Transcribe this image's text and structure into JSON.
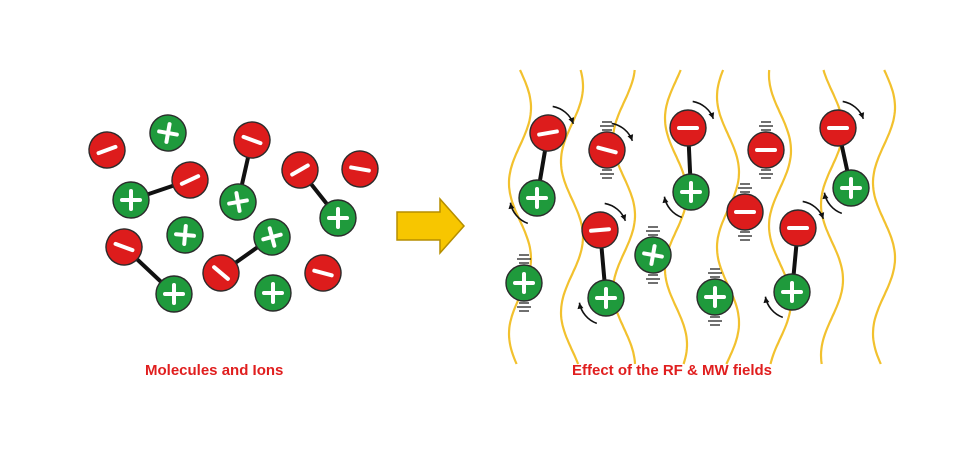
{
  "panels": {
    "left": {
      "caption": "Molecules and Ions"
    },
    "right": {
      "caption": "Effect of the RF & MW fields"
    }
  },
  "colors": {
    "positive_ion": "#1f9a3c",
    "negative_ion": "#dd1c1c",
    "ion_outline": "#2b2b2b",
    "bond": "#111111",
    "field_wave": "#f2c12e",
    "arrow_fill": "#f7c600",
    "arrow_outline": "#b58e00",
    "caption_text": "#e01e1e"
  },
  "icons": {
    "positive": "plus-in-circle",
    "negative": "minus-in-circle",
    "transition": "right-arrow"
  }
}
